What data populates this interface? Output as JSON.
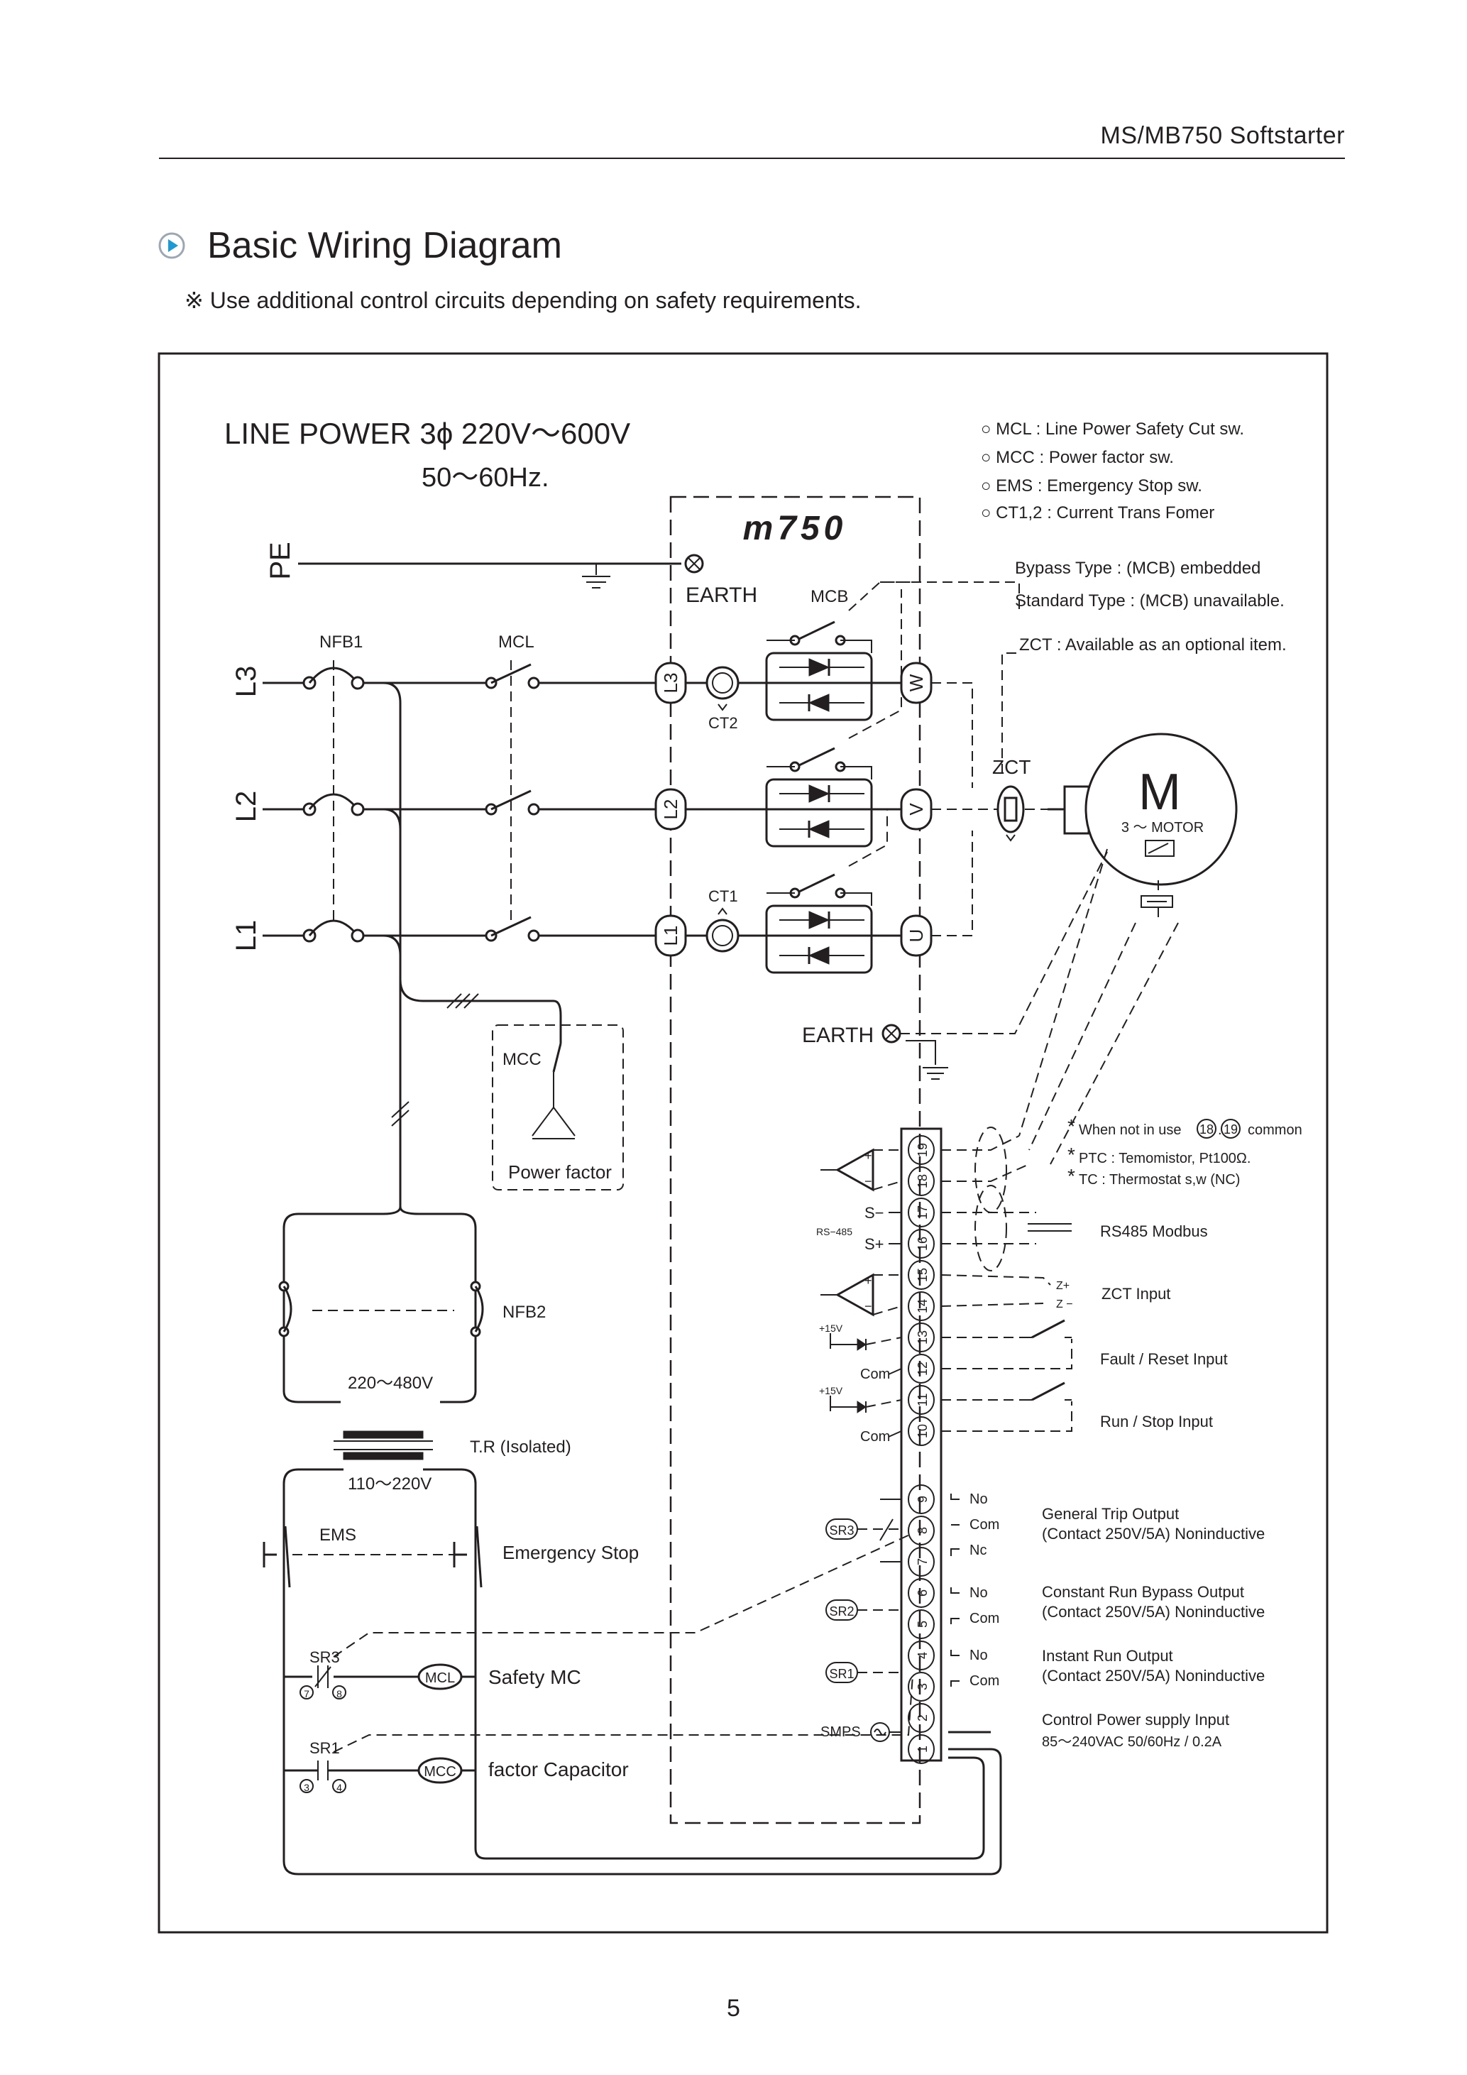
{
  "header": {
    "title": "MS/MB750 Softstarter"
  },
  "section": {
    "title": "Basic Wiring Diagram",
    "note": "※ Use additional control circuits depending on safety requirements."
  },
  "page_number": "5",
  "diagram": {
    "line_power": "LINE POWER  3ϕ 220V～600V",
    "frequency": "50～60Hz.",
    "model_logo": "m750",
    "lines": {
      "pe": "PE",
      "l3": "L3",
      "l2": "L2",
      "l1": "L1"
    },
    "labels": {
      "nfb1": "NFB1",
      "mcl": "MCL",
      "earth_top": "EARTH",
      "mcb": "MCB",
      "ct2": "CT2",
      "ct1": "CT1",
      "zct": "ZCT",
      "motor": "M",
      "motor_sub": "3 ～ MOTOR",
      "earth_bottom": "EARTH",
      "mcc": "MCC",
      "power_factor": "Power factor",
      "nfb2": "NFB2",
      "v_primary": "220～480V",
      "transformer": "T.R (Isolated)",
      "v_secondary": "110～220V",
      "ems": "EMS",
      "emergency_stop": "Emergency Stop",
      "sr3": "SR3",
      "sr1": "SR1",
      "mcl_coil": "MCL",
      "mcc_coil": "MCC",
      "safety_mc": "Safety MC",
      "factor_capacitor": "factor Capacitor"
    },
    "terminals_in": {
      "l3": "L3",
      "l2": "L2",
      "l1": "L1"
    },
    "terminals_out": {
      "w": "W",
      "v": "V",
      "u": "U"
    },
    "legend": [
      "○  MCL : Line Power Safety Cut sw.",
      "○  MCC : Power factor sw.",
      "○  EMS : Emergency Stop sw.",
      "○  CT1,2 : Current Trans Fomer"
    ],
    "bypass_notes": [
      "Bypass Type : (MCB) embedded",
      "Standard Type : (MCB) unavailable.",
      "ZCT : Available as an optional item."
    ],
    "terminal_numbers": [
      "19",
      "18",
      "17",
      "16",
      "15",
      "14",
      "13",
      "12",
      "11",
      "10",
      "9",
      "8",
      "7",
      "6",
      "5",
      "4",
      "3",
      "2",
      "1"
    ],
    "control": {
      "note_unused": "When not in use",
      "note_unused_common": "common",
      "circle_18": "18",
      "circle_19": "19",
      "note_ptc": "PTC : Temomistor,  Pt100Ω.",
      "note_tc": "TC : Thermostat s,w (NC)",
      "star": "*",
      "s_minus": "S−",
      "s_plus": "S+",
      "rs485_small": "RS−485",
      "rs485": "RS485   Modbus",
      "z_plus": "Z+",
      "z_minus": "Z −",
      "zct_input": "ZCT   Input",
      "v15_a": "+15V",
      "v15_b": "+15V",
      "com_a": "Com",
      "com_b": "Com",
      "fault_reset": "Fault / Reset     Input",
      "run_stop": "Run  /  Stop     Input"
    },
    "relays": {
      "sr3": "SR3",
      "sr2": "SR2",
      "sr1": "SR1",
      "smps": "SMPS",
      "no_9": "No",
      "com_8": "Com",
      "nc_7": "Nc",
      "no_6": "No",
      "com_5": "Com",
      "no_4": "No",
      "com_3": "Com",
      "general_trip": "General Trip  Output",
      "general_trip_sub": "(Contact 250V/5A)  Noninductive",
      "bypass_out": "Constant Run Bypass Output",
      "bypass_out_sub": "(Contact 250V/5A)   Noninductive",
      "instant_run": "Instant Run  Output",
      "instant_run_sub": "(Contact 250V/5A)  Noninductive",
      "ctrl_power": "Control Power supply Input",
      "ctrl_power_sub": "85～240VAC  50/60Hz  /  0.2A"
    }
  }
}
